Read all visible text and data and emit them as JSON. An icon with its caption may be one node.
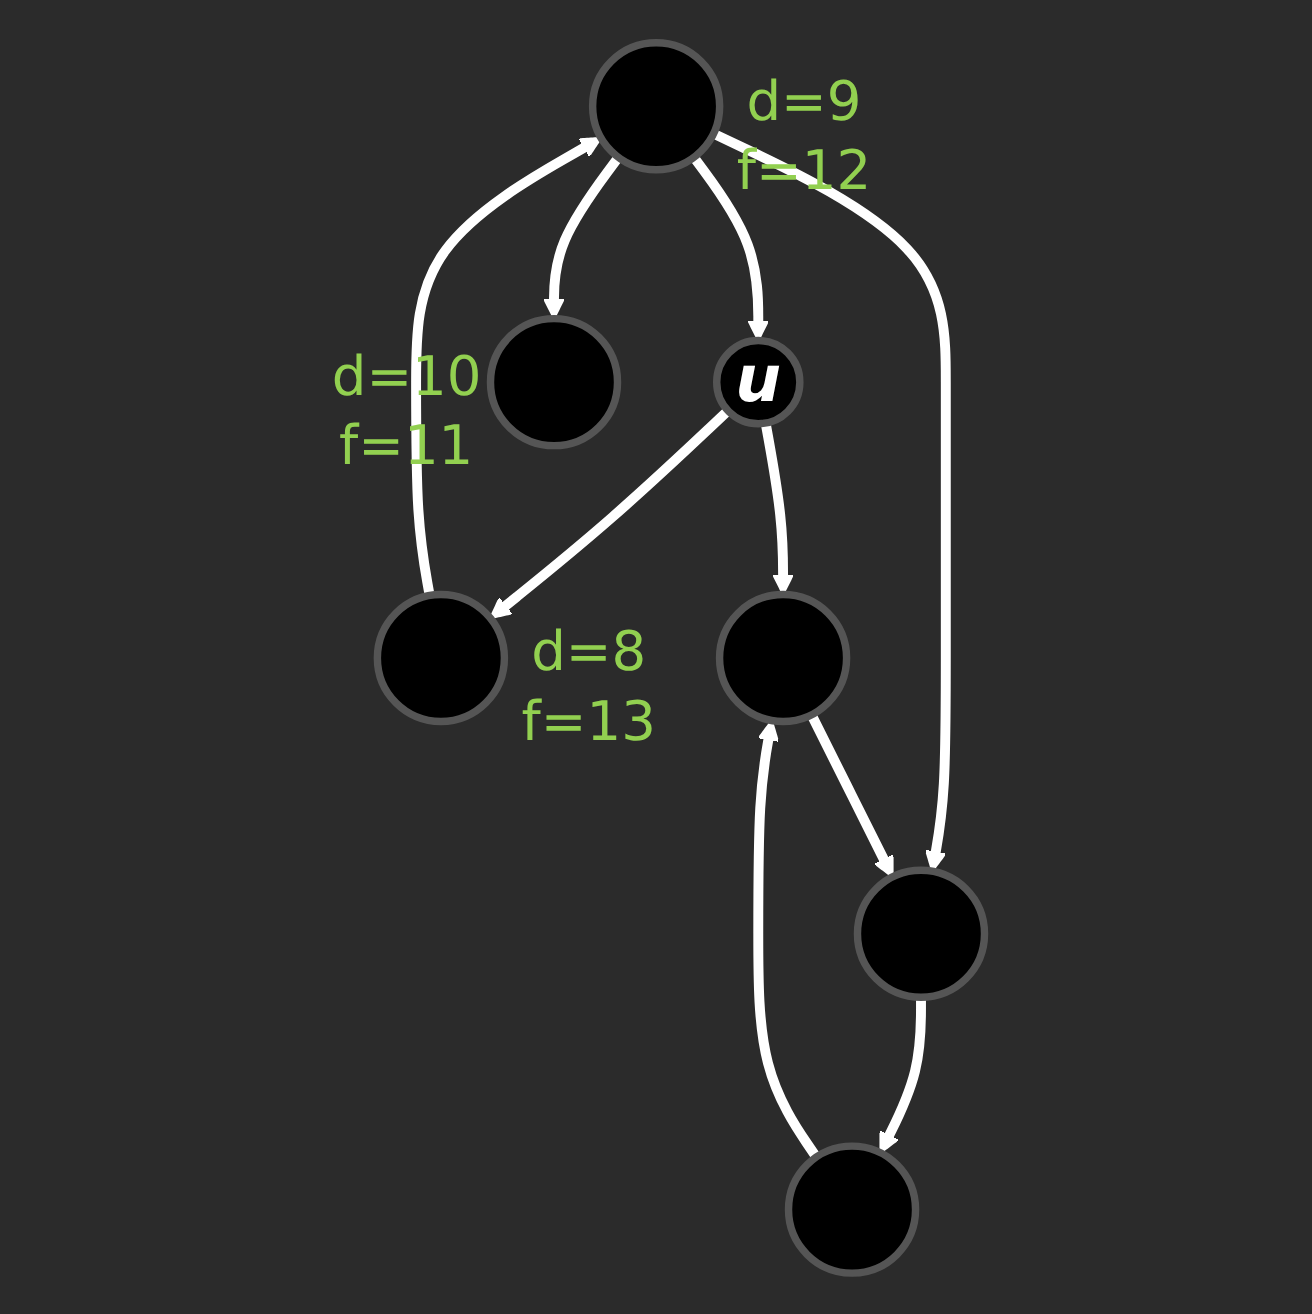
{
  "diagram": {
    "nodes": [
      {
        "text": [],
        "shape": "circle",
        "beside": [
          "d=9 f=12"
        ]
      },
      {
        "text": [
          "u"
        ]
      },
      {
        "text": [],
        "shape": "circle",
        "beside": [
          "d=10 f=11"
        ]
      },
      {
        "text": [],
        "shape": "circle"
      },
      {
        "text": [],
        "shape": "circle",
        "beside": [
          "d=8 f=13"
        ]
      },
      {
        "text": [],
        "shape": "circle"
      },
      {
        "text": [],
        "shape": "circle"
      }
    ],
    "edges": [
      {
        "from": 0,
        "to": 1,
        "arrow": "to"
      },
      {
        "from": 0,
        "to": 2,
        "arrow": "to"
      },
      {
        "from": 0,
        "to": 3,
        "arrow": "to"
      },
      {
        "from": 1,
        "to": 4,
        "arrow": "to"
      },
      {
        "from": 1,
        "to": 5,
        "arrow": "to"
      },
      {
        "from": 4,
        "to": 0,
        "arrow": "to"
      },
      {
        "from": 5,
        "to": 3,
        "arrow": "to"
      },
      {
        "from": 3,
        "to": 6,
        "arrow": "to"
      },
      {
        "from": 6,
        "to": 5,
        "arrow": "to"
      }
    ]
  }
}
